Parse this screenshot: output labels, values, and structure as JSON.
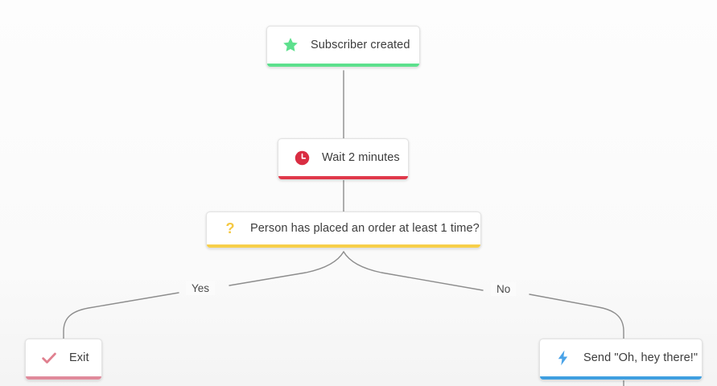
{
  "canvas": {
    "background_color": "#fbfbfb",
    "connector_color": "#8d8d8d"
  },
  "flow": {
    "nodes": [
      {
        "id": "subscriber-created",
        "label": "Subscriber created",
        "icon": "star-icon",
        "accent_color": "#5de08d",
        "icon_color": "#5de08d",
        "type": "trigger"
      },
      {
        "id": "wait",
        "label": "Wait 2 minutes",
        "icon": "clock-icon",
        "accent_color": "#e0384a",
        "icon_color": "#d92d42",
        "type": "delay"
      },
      {
        "id": "condition",
        "label": "Person has placed an order at least 1 time?",
        "icon": "question-mark-icon",
        "accent_color": "#f7cf4a",
        "icon_color": "#f5c842",
        "type": "condition"
      },
      {
        "id": "exit",
        "label": "Exit",
        "icon": "check-icon",
        "accent_color": "#e08a9b",
        "icon_color": "#e0808f",
        "type": "exit"
      },
      {
        "id": "send-message",
        "label": "Send \"Oh, hey there!\"",
        "icon": "lightning-bolt-icon",
        "accent_color": "#3f9fe0",
        "icon_color": "#4aa3e8",
        "type": "action"
      }
    ],
    "branches": [
      {
        "id": "yes-branch",
        "label": "Yes",
        "from": "condition",
        "to": "exit"
      },
      {
        "id": "no-branch",
        "label": "No",
        "from": "condition",
        "to": "send-message"
      }
    ]
  }
}
